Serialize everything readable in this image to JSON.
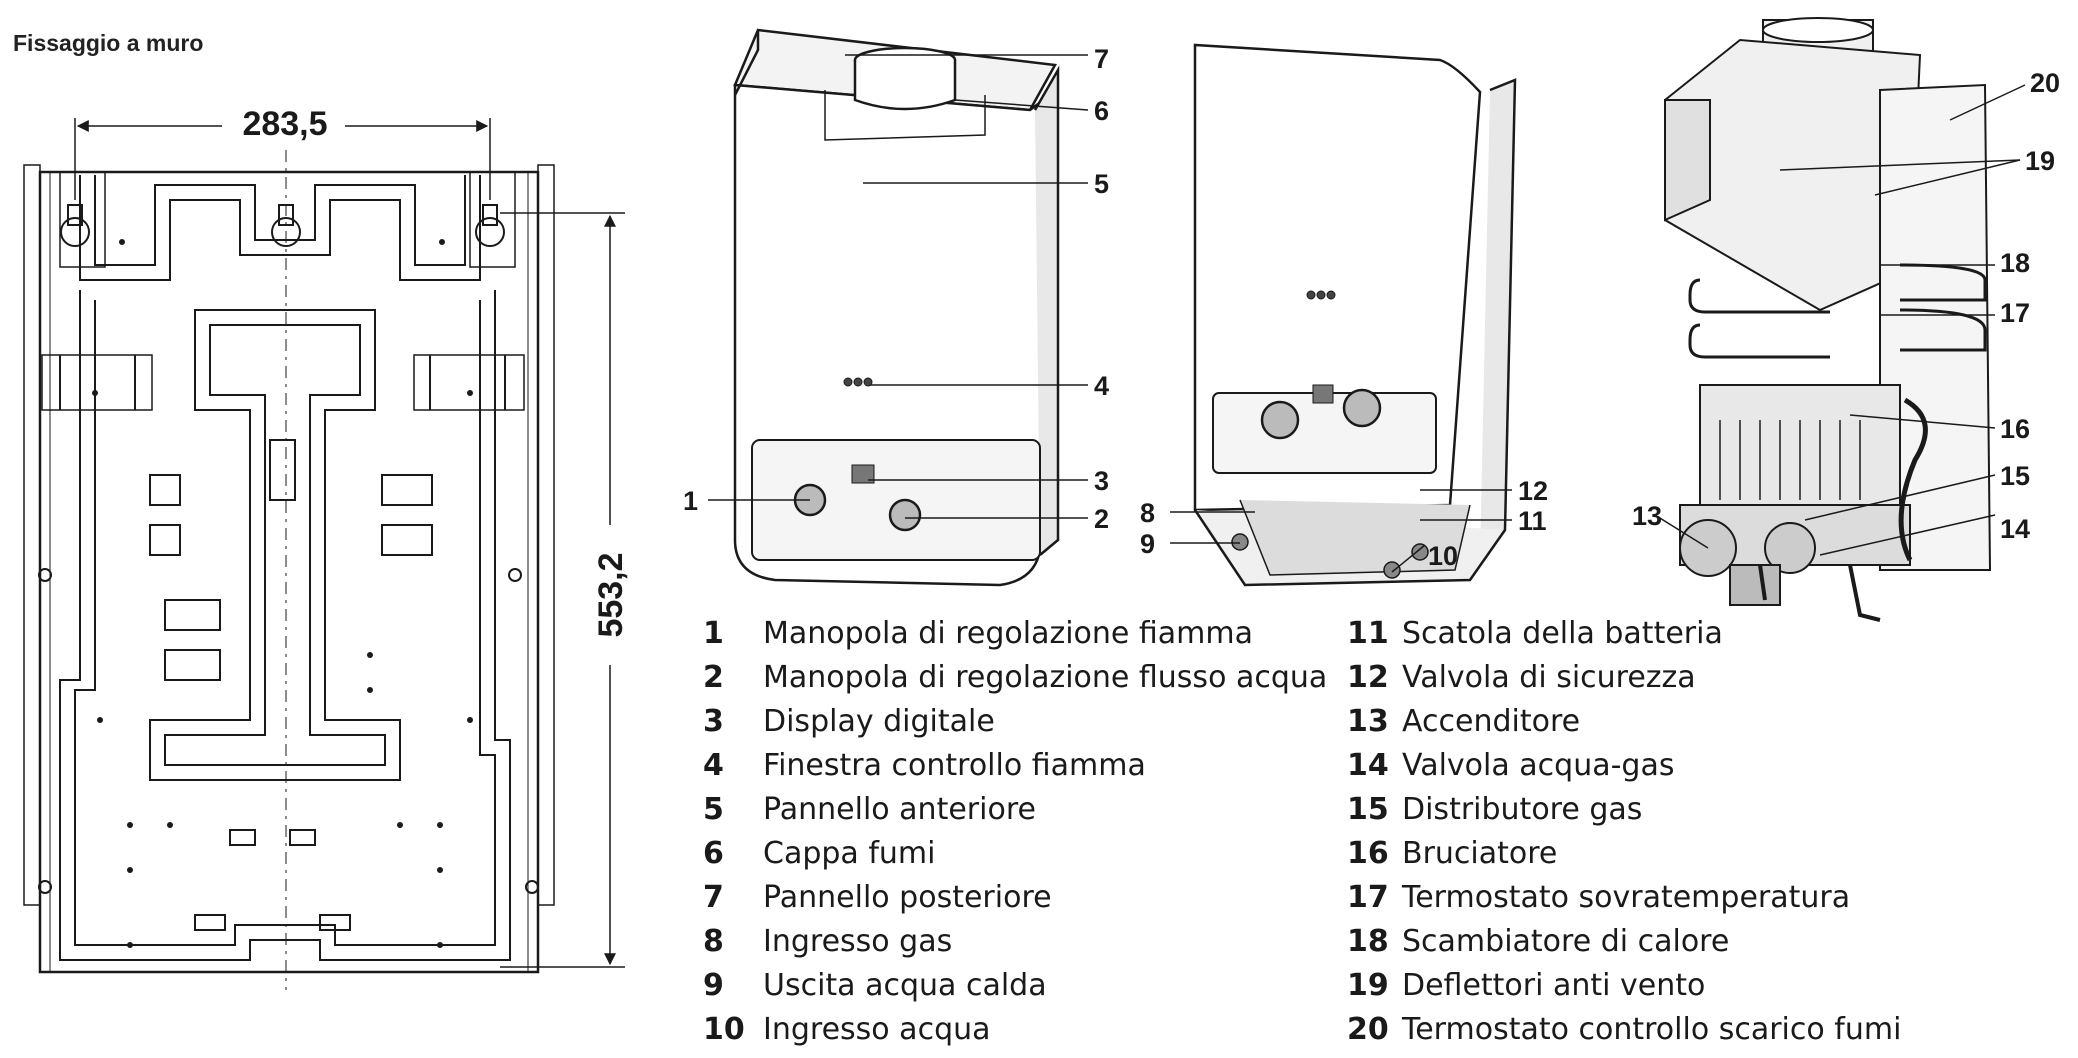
{
  "title": "Fissaggio a muro",
  "dimensions": {
    "width": "283,5",
    "height": "553,2"
  },
  "callouts": [
    "1",
    "2",
    "3",
    "4",
    "5",
    "6",
    "7",
    "8",
    "9",
    "10",
    "11",
    "12",
    "13",
    "14",
    "15",
    "16",
    "17",
    "18",
    "19",
    "20"
  ],
  "legend_left": [
    {
      "num": "1",
      "label": "Manopola di regolazione fiamma"
    },
    {
      "num": "2",
      "label": "Manopola di regolazione flusso acqua"
    },
    {
      "num": "3",
      "label": "Display digitale"
    },
    {
      "num": "4",
      "label": "Finestra controllo fiamma"
    },
    {
      "num": "5",
      "label": "Pannello anteriore"
    },
    {
      "num": "6",
      "label": "Cappa fumi"
    },
    {
      "num": "7",
      "label": "Pannello posteriore"
    },
    {
      "num": "8",
      "label": "Ingresso gas"
    },
    {
      "num": "9",
      "label": "Uscita acqua calda"
    },
    {
      "num": "10",
      "label": "Ingresso acqua"
    }
  ],
  "legend_right": [
    {
      "num": "11",
      "label": "Scatola della batteria"
    },
    {
      "num": "12",
      "label": "Valvola di sicurezza"
    },
    {
      "num": "13",
      "label": "Accenditore"
    },
    {
      "num": "14",
      "label": "Valvola acqua-gas"
    },
    {
      "num": "15",
      "label": "Distributore gas"
    },
    {
      "num": "16",
      "label": "Bruciatore"
    },
    {
      "num": "17",
      "label": "Termostato sovratemperatura"
    },
    {
      "num": "18",
      "label": "Scambiatore di calore"
    },
    {
      "num": "19",
      "label": "Deflettori anti vento"
    },
    {
      "num": "20",
      "label": "Termostato controllo scarico fumi"
    }
  ],
  "colors": {
    "line": "#1a1a1a",
    "shade": "#e6e6e6",
    "text": "#222222"
  }
}
